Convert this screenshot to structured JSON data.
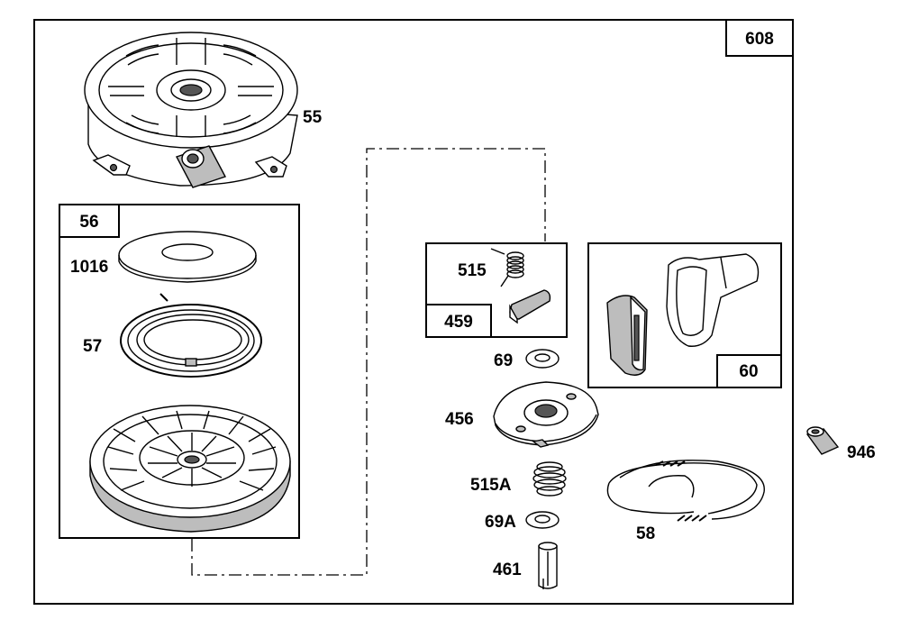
{
  "diagram": {
    "outer_label": "608",
    "box_labels": {
      "kit_56": "56",
      "kit_459": "459",
      "kit_60": "60"
    },
    "parts": {
      "p55": "55",
      "p1016": "1016",
      "p57": "57",
      "p515": "515",
      "p69": "69",
      "p456": "456",
      "p515A": "515A",
      "p69A": "69A",
      "p461": "461",
      "p58": "58",
      "p946": "946"
    }
  }
}
